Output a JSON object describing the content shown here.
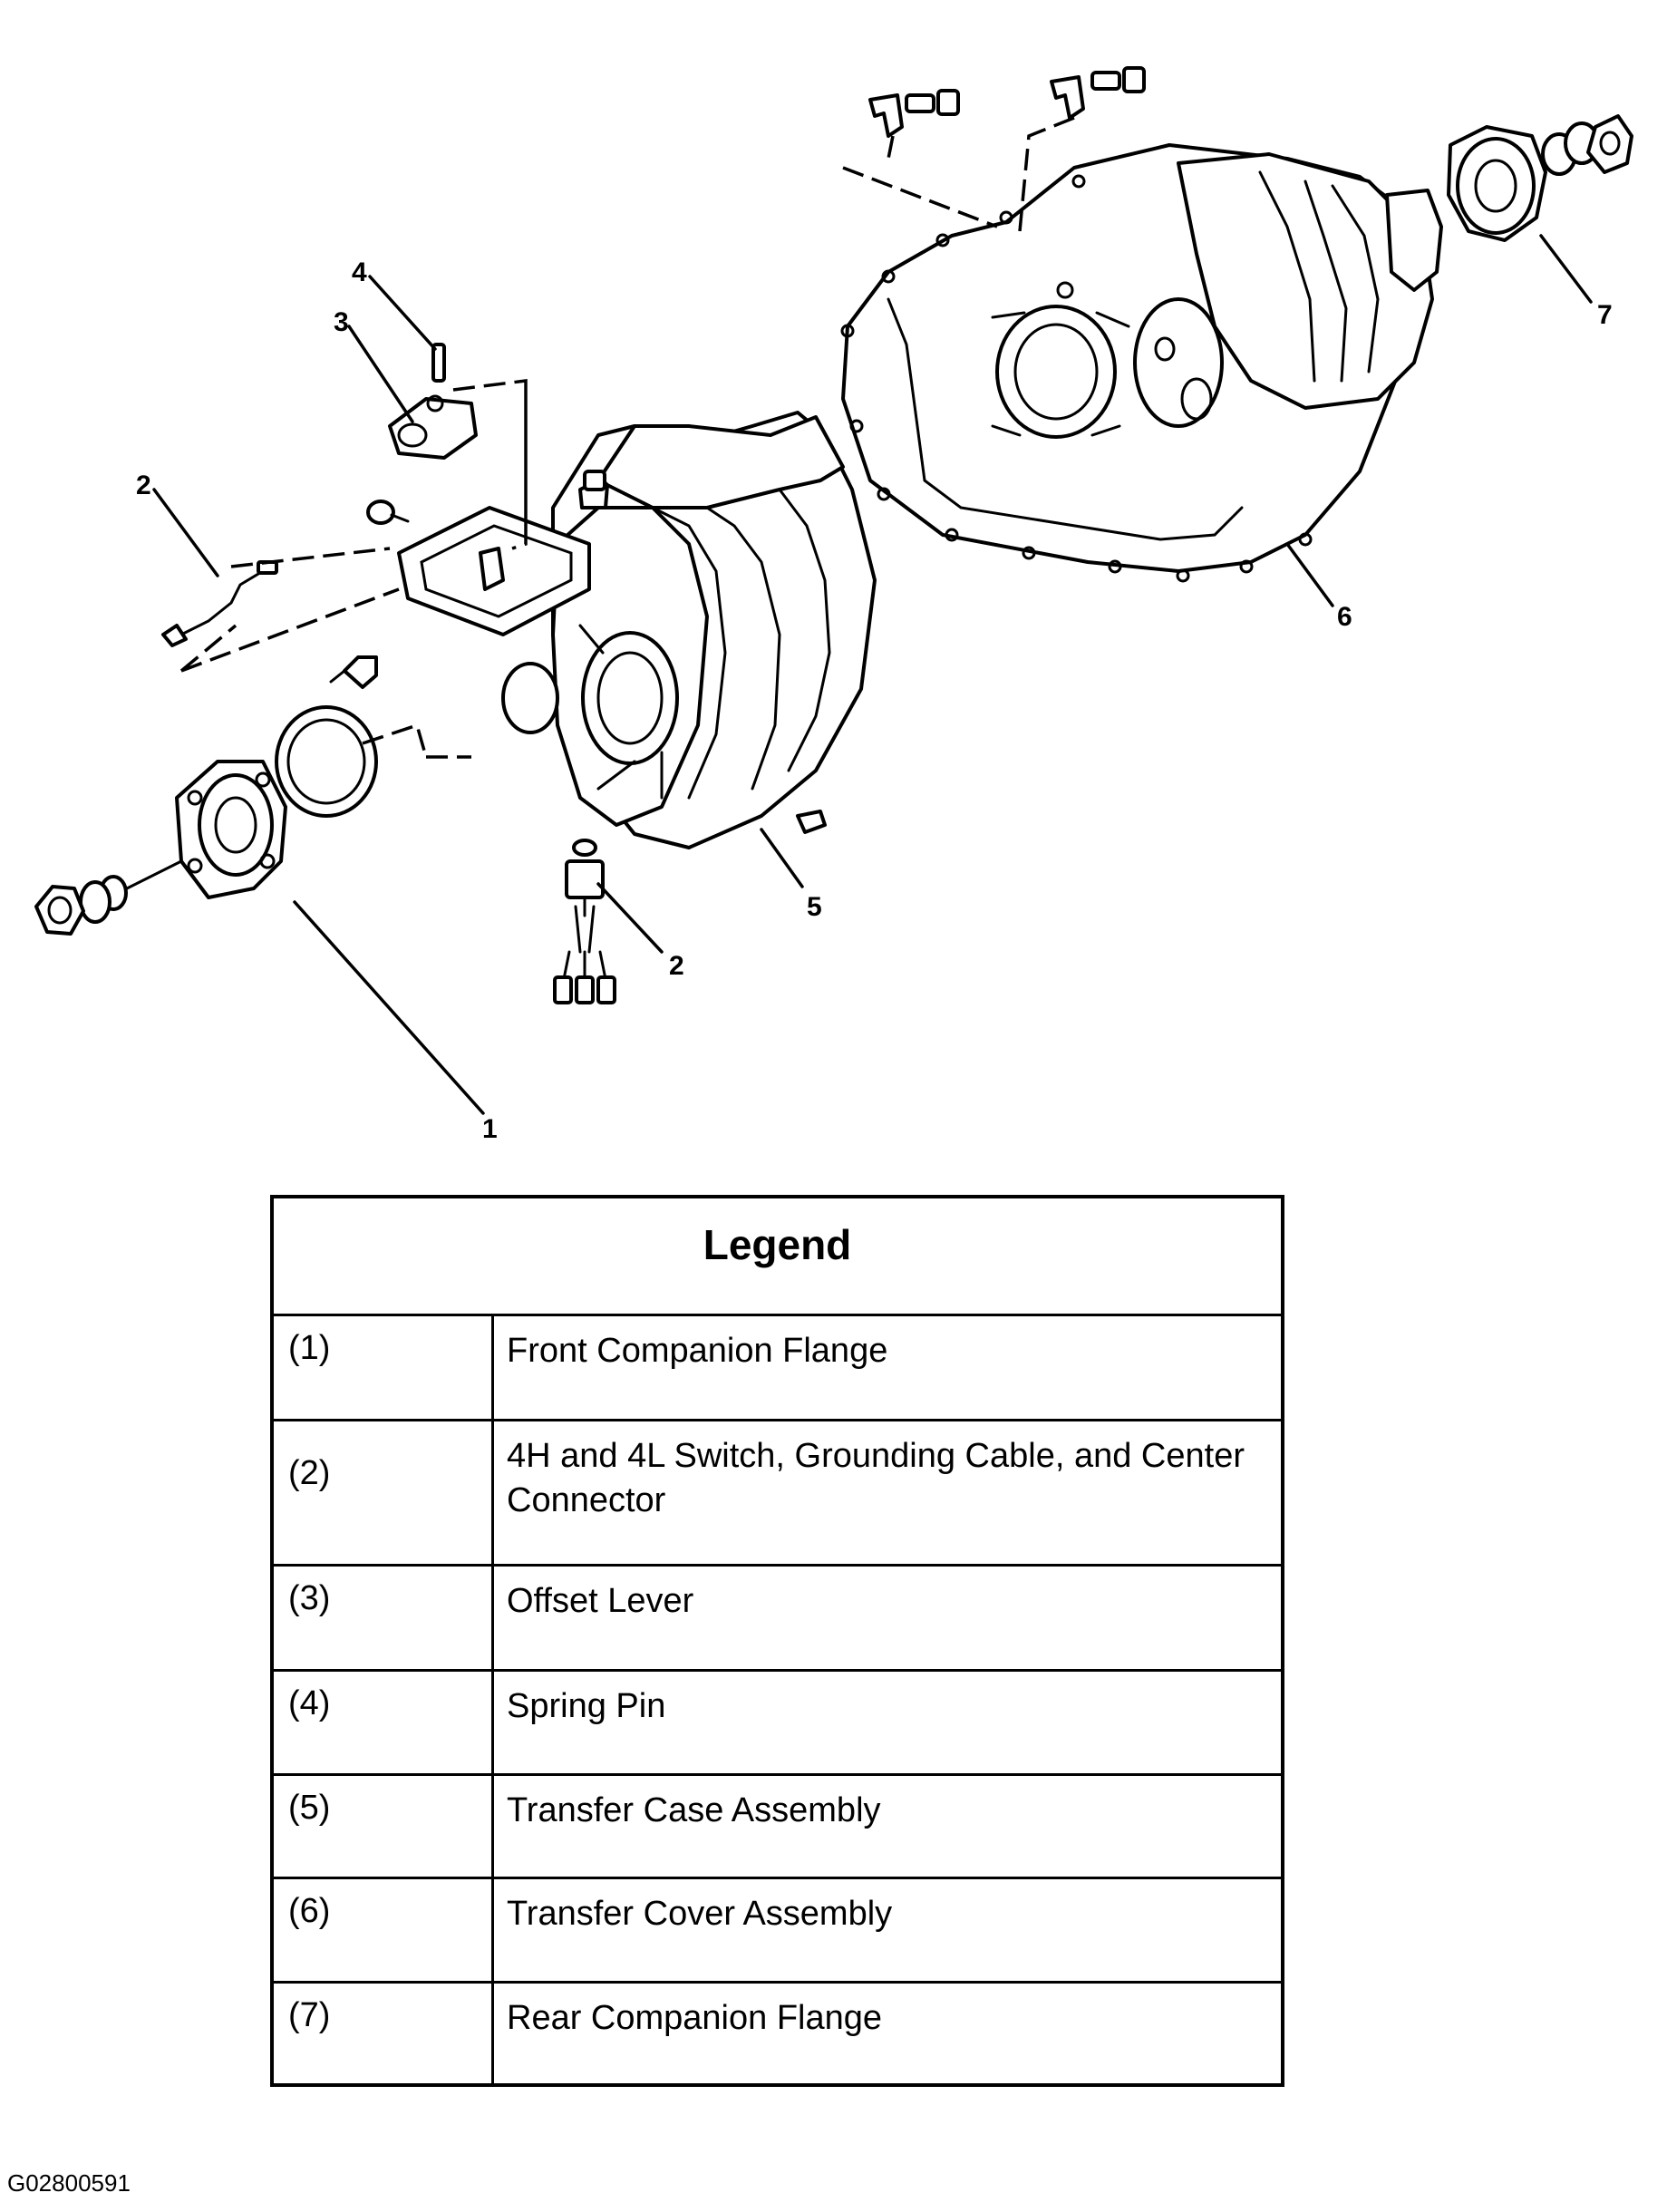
{
  "diagram": {
    "callouts": [
      "1",
      "2",
      "2",
      "3",
      "4",
      "5",
      "6",
      "7"
    ]
  },
  "legend": {
    "title": "Legend",
    "rows": [
      {
        "num": "(1)",
        "desc": "Front Companion Flange"
      },
      {
        "num": "(2)",
        "desc": "4H and 4L Switch, Grounding Cable, and Center Connector"
      },
      {
        "num": "(3)",
        "desc": "Offset Lever"
      },
      {
        "num": "(4)",
        "desc": "Spring Pin"
      },
      {
        "num": "(5)",
        "desc": "Transfer Case Assembly"
      },
      {
        "num": "(6)",
        "desc": "Transfer Cover Assembly"
      },
      {
        "num": "(7)",
        "desc": "Rear Companion Flange"
      }
    ]
  },
  "figure_code": "G02800591"
}
